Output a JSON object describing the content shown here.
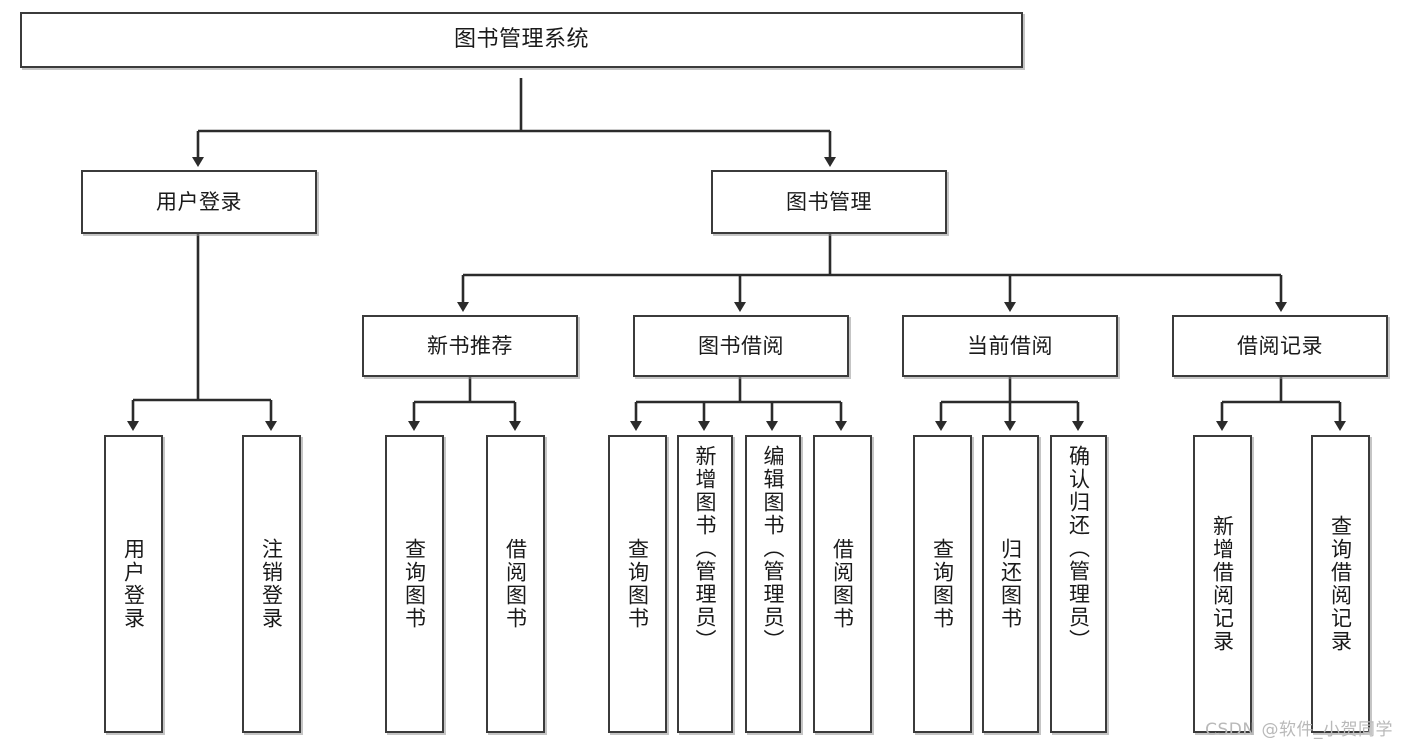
{
  "diagram": {
    "title": "图书管理系统",
    "type": "tree-hierarchy",
    "watermark": "CSDN @软件_小贺同学",
    "root": {
      "label": "图书管理系统"
    },
    "level1": [
      {
        "label": "用户登录"
      },
      {
        "label": "图书管理"
      }
    ],
    "level2": [
      {
        "label": "新书推荐"
      },
      {
        "label": "图书借阅"
      },
      {
        "label": "当前借阅"
      },
      {
        "label": "借阅记录"
      }
    ],
    "leaves": {
      "user_login": [
        {
          "label": "用户登录"
        },
        {
          "label": "注销登录"
        }
      ],
      "new_book_recommend": [
        {
          "label": "查询图书"
        },
        {
          "label": "借阅图书"
        }
      ],
      "book_borrow": [
        {
          "label": "查询图书"
        },
        {
          "label": "新增图书（管理员）"
        },
        {
          "label": "编辑图书（管理员）"
        },
        {
          "label": "借阅图书"
        }
      ],
      "current_borrow": [
        {
          "label": "查询图书"
        },
        {
          "label": "归还图书"
        },
        {
          "label": "确认归还（管理员）"
        }
      ],
      "borrow_record": [
        {
          "label": "新增借阅记录"
        },
        {
          "label": "查询借阅记录"
        }
      ]
    },
    "colors": {
      "border": "#3b3b3b",
      "background": "#ffffff",
      "text": "#1a1a1a",
      "edge": "#2b2b2b",
      "watermark": "#b9b9b9"
    }
  }
}
